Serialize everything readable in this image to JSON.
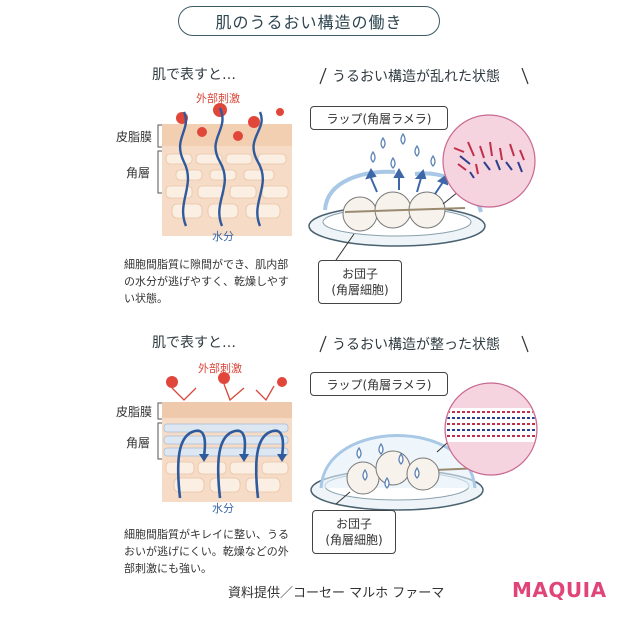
{
  "title": "肌のうるおい構造の働き",
  "top": {
    "left_heading": "肌で表すと…",
    "stimulus": "外部刺激",
    "layer_sebum": "皮脂膜",
    "layer_horny": "角層",
    "water": "水分",
    "description": "細胞間脂質に隙間ができ、肌内部の水分が逃げやすく、乾燥しやすい状態。",
    "right_heading": "うるおい構造が乱れた状態",
    "wrap_label": "ラップ(角層ラメラ)",
    "dango_label": "お団子\n(角層細胞)"
  },
  "bottom": {
    "left_heading": "肌で表すと…",
    "stimulus": "外部刺激",
    "layer_sebum": "皮脂膜",
    "layer_horny": "角層",
    "water": "水分",
    "description": "細胞間脂質がキレイに整い、うるおいが逃げにくい。乾燥などの外部刺激にも強い。",
    "right_heading": "うるおい構造が整った状態",
    "wrap_label": "ラップ(角層ラメラ)",
    "dango_label": "お団子\n(角層細胞)"
  },
  "credit": "資料提供／コーセー マルホ ファーマ",
  "brand": "MAQUIA",
  "colors": {
    "accent_title": "#3e5a66",
    "stimulus_red": "#d8473a",
    "water_blue": "#3b67a8",
    "skin_peach": "#f6dcc6",
    "brand_pink": "#e0457a"
  }
}
